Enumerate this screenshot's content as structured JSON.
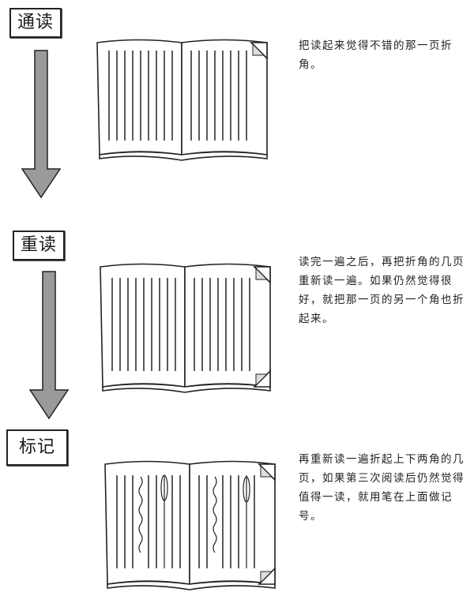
{
  "steps": [
    {
      "label": "通读",
      "description": "把读起来觉得不错的那一页折角。"
    },
    {
      "label": "重读",
      "description": "读完一遍之后，再把折角的几页重新读一遍。如果仍然觉得很好，就把那一页的另一个角也折起来。"
    },
    {
      "label": "标记",
      "description": "再重新读一遍折起上下两角的几页，如果第三次阅读后仍然觉得值得一读，就用笔在上面做记号。"
    }
  ],
  "colors": {
    "arrow_fill": "#9a9a9a",
    "ink": "#1a1a1a",
    "paper": "#ffffff"
  }
}
